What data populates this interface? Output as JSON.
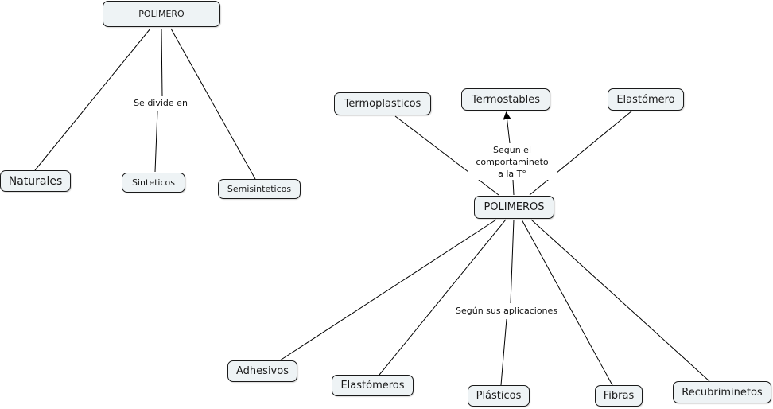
{
  "map1": {
    "root": "POLIMERO",
    "link_label": "Se divide en",
    "children": [
      "Naturales",
      "Sinteticos",
      "Semisinteticos"
    ]
  },
  "map2": {
    "root": "POLIMEROS",
    "upper_link_label": [
      "Segun el",
      "comportamineto",
      "a la T°"
    ],
    "upper_children": [
      "Termoplasticos",
      "Termostables",
      "Elastómero"
    ],
    "lower_link_label": "Según sus aplicaciones",
    "lower_children": [
      "Adhesivos",
      "Elastómeros",
      "Plásticos",
      "Fibras",
      "Recubriminetos"
    ]
  },
  "colors": {
    "node_fill": "#eef3f5",
    "border": "#1a1a1a",
    "line": "#000000"
  }
}
